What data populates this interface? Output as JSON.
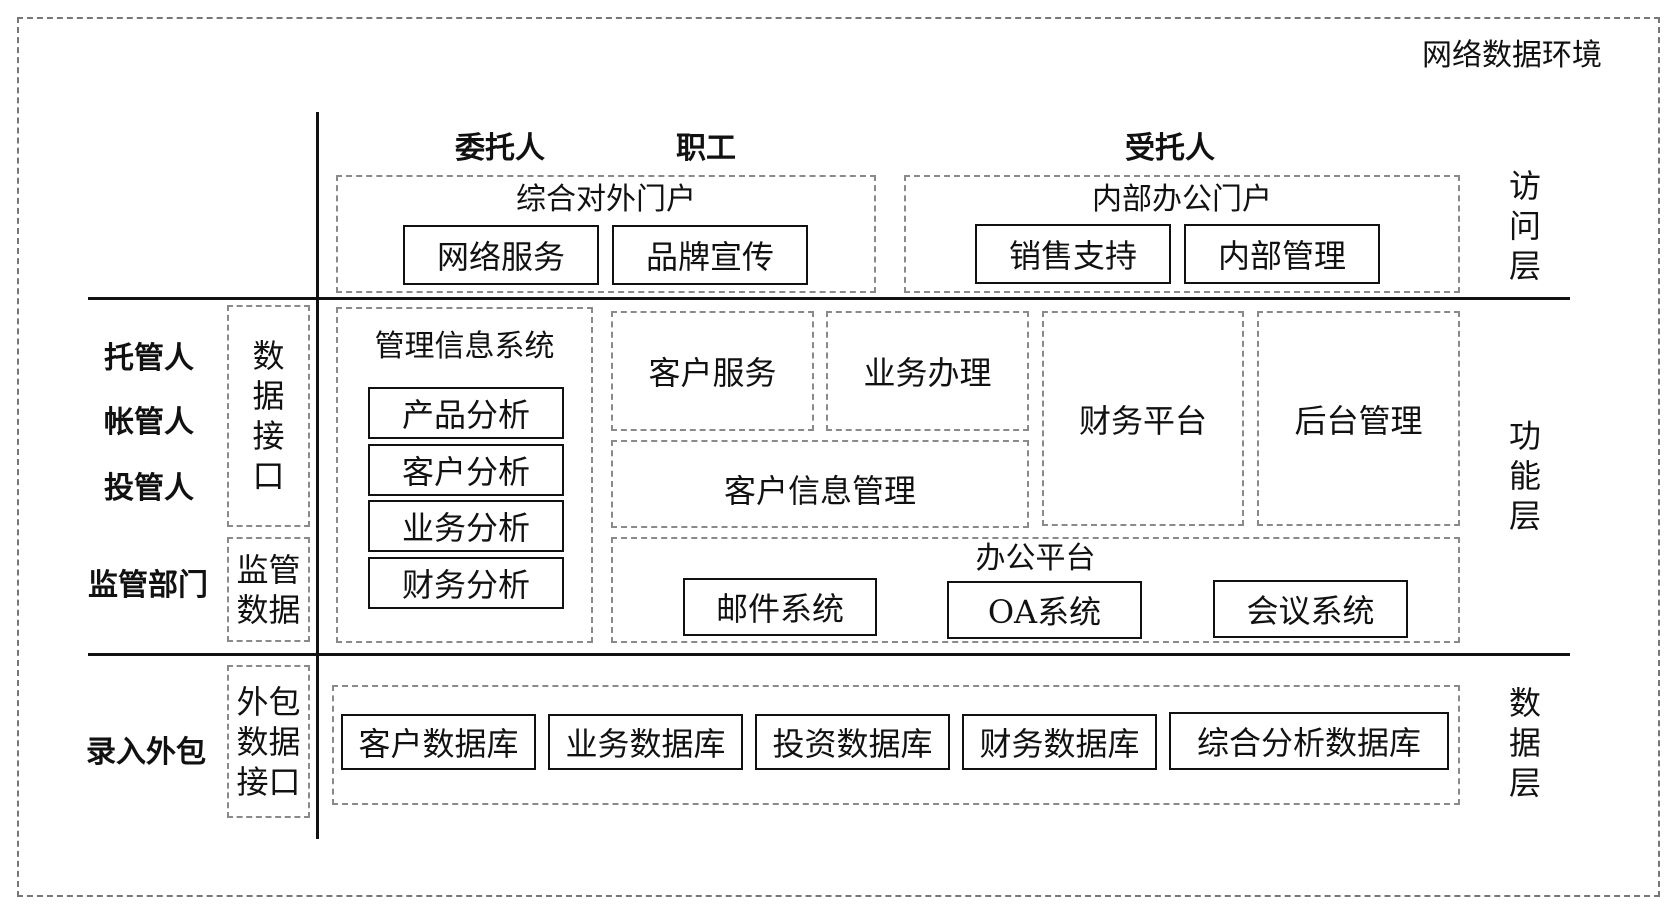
{
  "env_label": "网络数据环境",
  "headers": {
    "h1": "委托人",
    "h2": "职工",
    "h3": "受托人"
  },
  "left_roles": {
    "r1": "托管人",
    "r2": "帐管人",
    "r3": "投管人",
    "r4": "监管部门",
    "r5": "录入外包"
  },
  "left_boxes": {
    "b1": [
      "数",
      "据",
      "接",
      "口"
    ],
    "b2": [
      "监管",
      "数据"
    ],
    "b3": [
      "外包",
      "数据",
      "接口"
    ]
  },
  "layers": {
    "access": [
      "访",
      "问",
      "层"
    ],
    "function": [
      "功",
      "能",
      "层"
    ],
    "data": [
      "数",
      "据",
      "层"
    ]
  },
  "access_layer": {
    "portal_ext": {
      "title": "综合对外门户",
      "items": [
        "网络服务",
        "品牌宣传"
      ]
    },
    "portal_int": {
      "title": "内部办公门户",
      "items": [
        "销售支持",
        "内部管理"
      ]
    }
  },
  "function_layer": {
    "mis": {
      "title": "管理信息系统",
      "items": [
        "产品分析",
        "客户分析",
        "业务分析",
        "财务分析"
      ]
    },
    "customer_service": "客户服务",
    "business_handling": "业务办理",
    "finance_platform": "财务平台",
    "backend_mgmt": "后台管理",
    "customer_info": "客户信息管理",
    "office": {
      "title": "办公平台",
      "items": [
        "邮件系统",
        "OA系统",
        "会议系统"
      ]
    }
  },
  "data_layer": {
    "items": [
      "客户数据库",
      "业务数据库",
      "投资数据库",
      "财务数据库",
      "综合分析数据库"
    ]
  }
}
